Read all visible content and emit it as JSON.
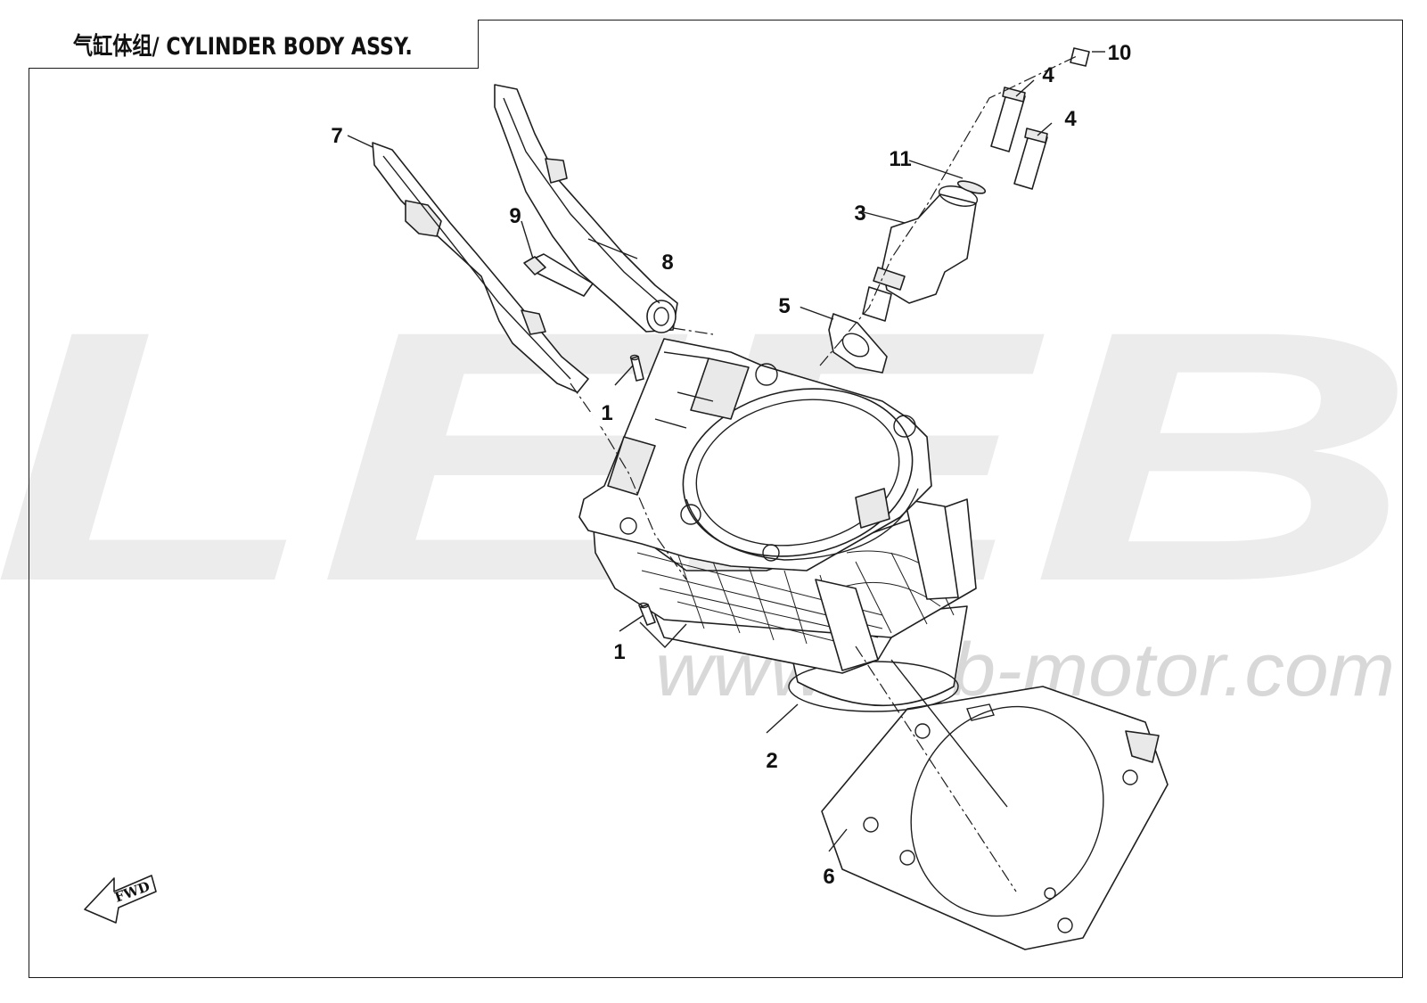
{
  "title": "气缸体组/ CYLINDER BODY ASSY.",
  "watermark": {
    "brand": "LEEB",
    "url": "www.leeb-motor.com"
  },
  "direction_marker": "FWD",
  "callouts": [
    {
      "id": "callout-1a",
      "label": "1"
    },
    {
      "id": "callout-1b",
      "label": "1"
    },
    {
      "id": "callout-2",
      "label": "2"
    },
    {
      "id": "callout-3",
      "label": "3"
    },
    {
      "id": "callout-4a",
      "label": "4"
    },
    {
      "id": "callout-4b",
      "label": "4"
    },
    {
      "id": "callout-5",
      "label": "5"
    },
    {
      "id": "callout-6",
      "label": "6"
    },
    {
      "id": "callout-7",
      "label": "7"
    },
    {
      "id": "callout-8",
      "label": "8"
    },
    {
      "id": "callout-9",
      "label": "9"
    },
    {
      "id": "callout-10",
      "label": "10"
    },
    {
      "id": "callout-11",
      "label": "11"
    }
  ]
}
